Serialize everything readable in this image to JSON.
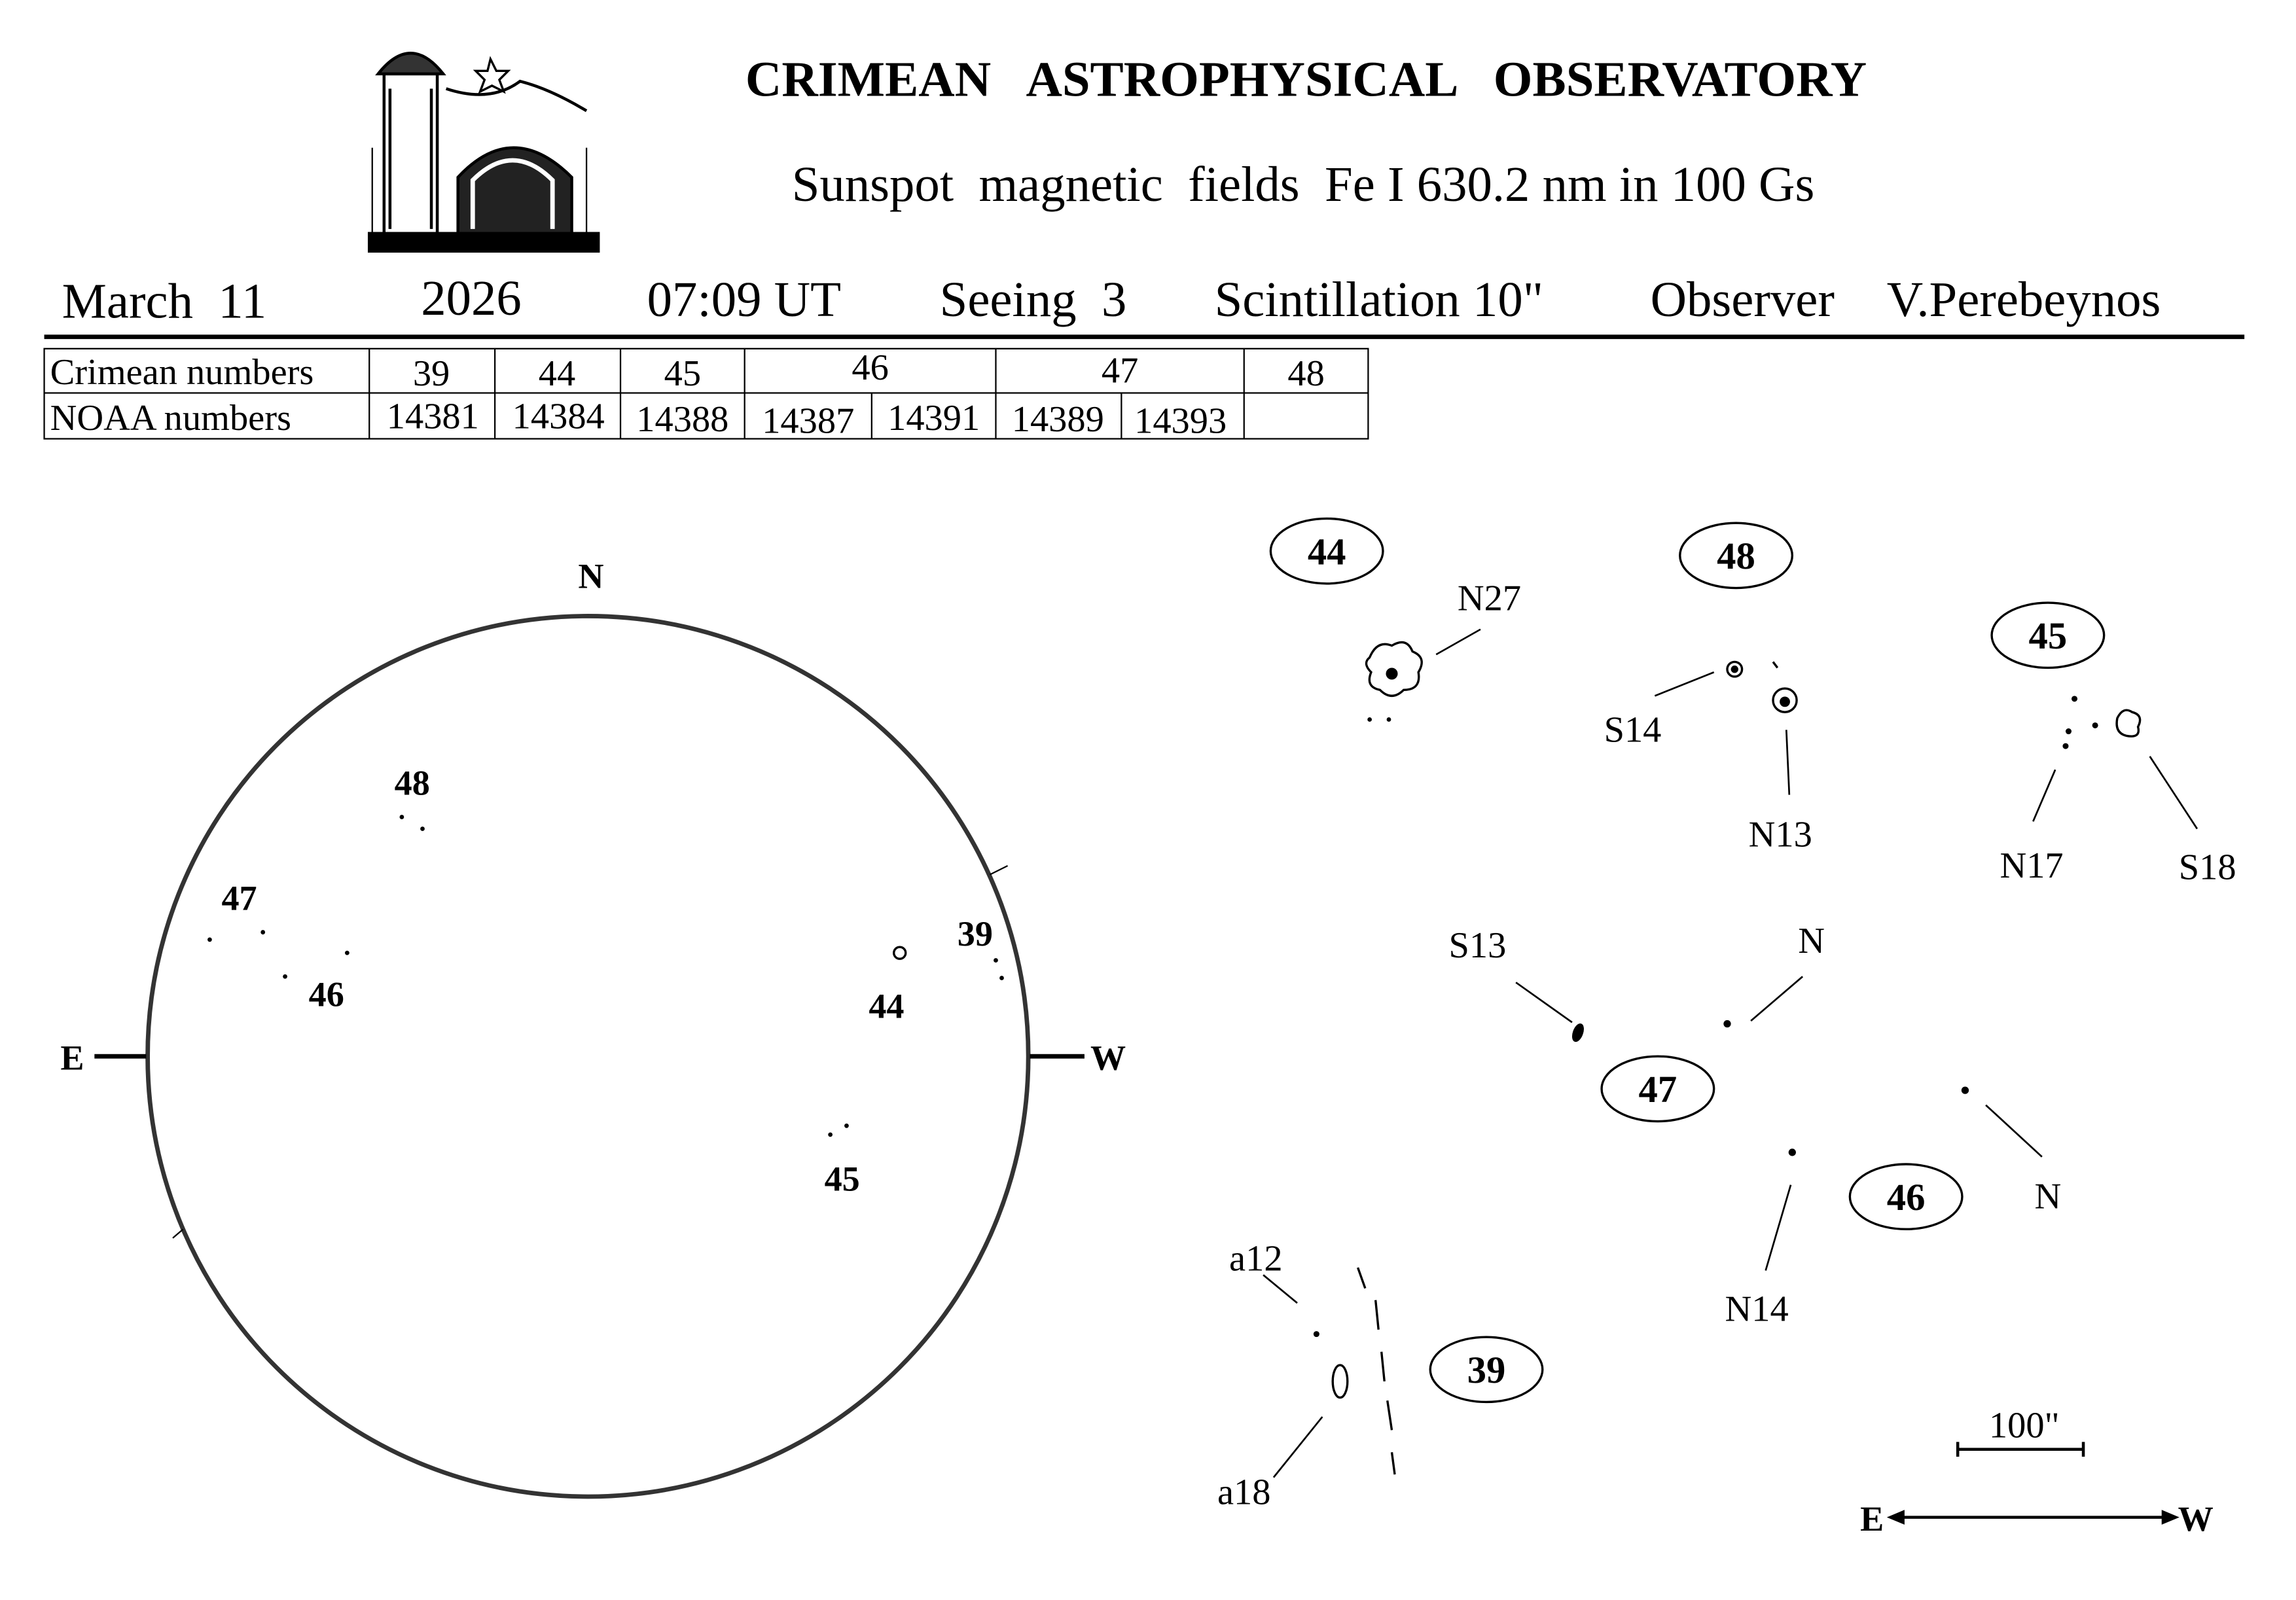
{
  "header": {
    "title": "CRIMEAN   ASTROPHYSICAL   OBSERVATORY",
    "subtitle": "Sunspot  magnetic  fields  Fe I 630.2 nm in 100 Gs"
  },
  "info": {
    "date": "March  11",
    "year": "2026",
    "time": "07:09 UT",
    "seeing": "Seeing  3",
    "scintillation": "Scintillation 10\"",
    "observer_label": "Observer",
    "observer": "V.Perebeynos"
  },
  "table": {
    "row1_label": "Crimean numbers",
    "row2_label": "NOAA numbers",
    "crimean": [
      "39",
      "44",
      "45",
      "46",
      "47",
      "48"
    ],
    "noaa": [
      "14381",
      "14384",
      "14388",
      "14387",
      "14391",
      "14389",
      "14393",
      ""
    ]
  },
  "disk": {
    "north": "N",
    "east": "E",
    "west": "W",
    "regions": [
      "48",
      "47",
      "46",
      "39",
      "44",
      "45"
    ]
  },
  "detail": {
    "regions": [
      "44",
      "48",
      "45",
      "47",
      "46",
      "39"
    ],
    "labels": [
      "N27",
      "S14",
      "N13",
      "N17",
      "S18",
      "S13",
      "N",
      "N",
      "N14",
      "a12",
      "a18"
    ],
    "scale": "100\"",
    "east": "E",
    "west": "W"
  }
}
